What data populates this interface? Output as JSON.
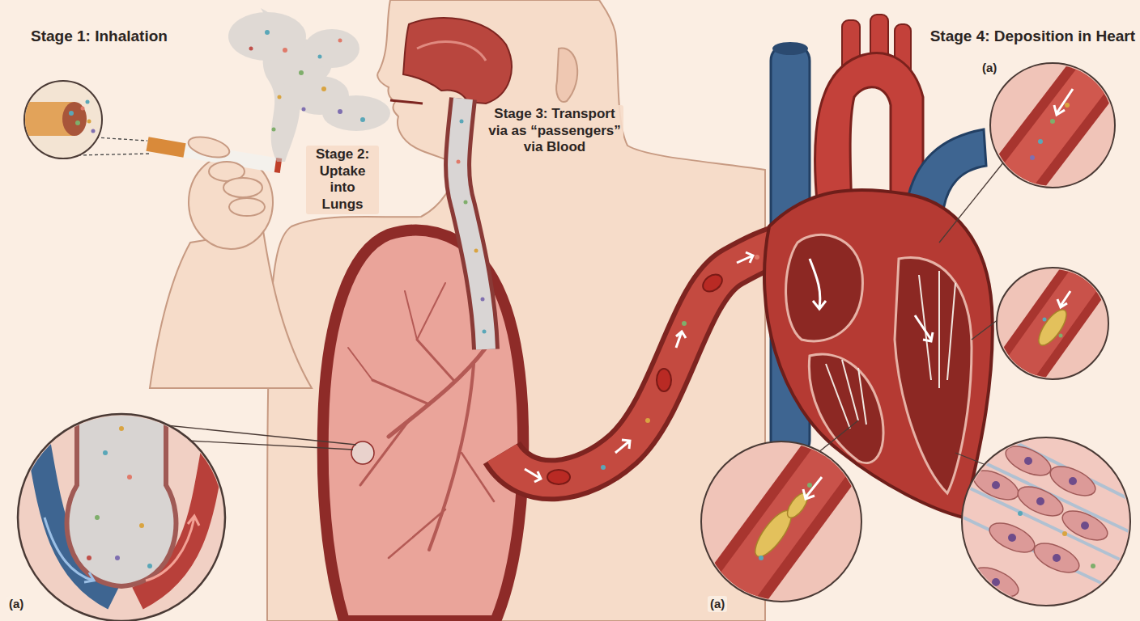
{
  "diagram": {
    "labels": [
      "Stage 1: Inhalation",
      "Stage 2: Uptake into Lungs",
      "Stage 3: Transport via as “passengers” via Blood",
      "Stage 4: Deposition in Heart",
      "(a)",
      "(a)",
      "(a)"
    ]
  }
}
